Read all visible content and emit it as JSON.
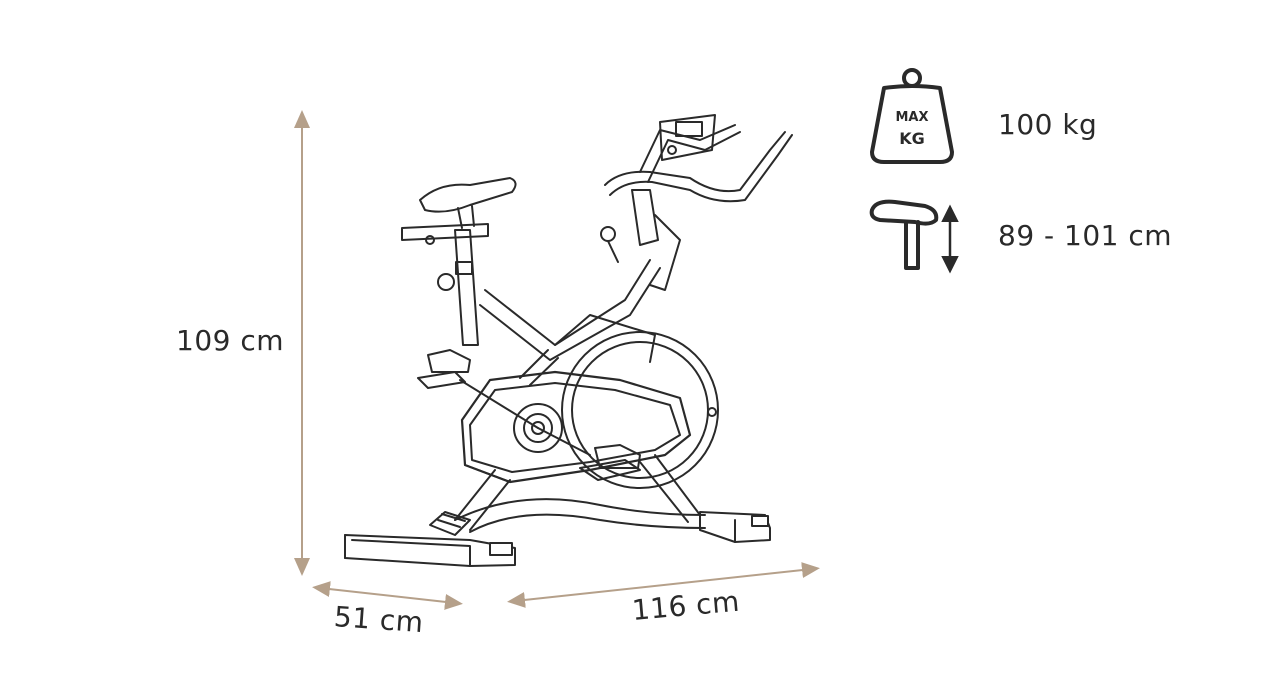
{
  "dimensions": {
    "height": "109 cm",
    "width": "51 cm",
    "length": "116 cm"
  },
  "specs": {
    "max_weight_icon_top": "MAX",
    "max_weight_icon_bottom": "KG",
    "max_weight": "100 kg",
    "seat_height": "89 - 101 cm"
  },
  "colors": {
    "dimension_arrow": "#b5a08a",
    "line_art": "#2a2a2a"
  },
  "icons": [
    "weight-icon",
    "saddle-icon",
    "double-arrow-icon"
  ]
}
